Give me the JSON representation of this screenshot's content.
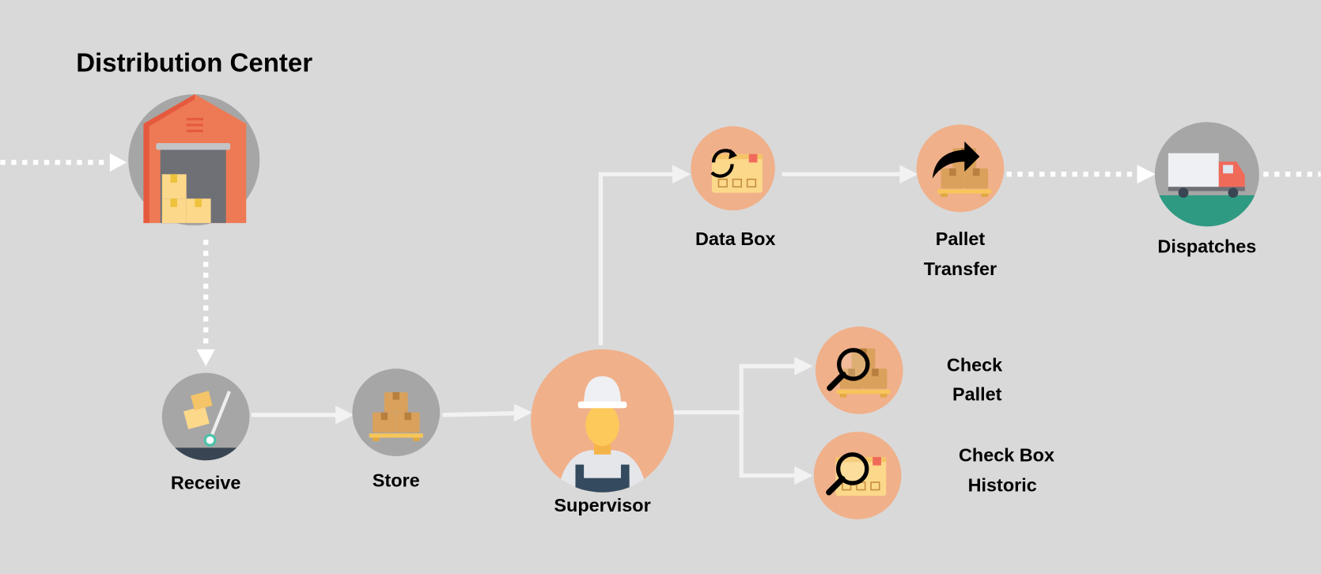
{
  "title": "Distribution Center",
  "nodes": {
    "receive": "Receive",
    "store": "Store",
    "supervisor": "Supervisor",
    "data_box": "Data Box",
    "pallet_transfer": [
      "Pallet",
      "Transfer"
    ],
    "dispatches": "Dispatches",
    "check_pallet": [
      "Check",
      "Pallet"
    ],
    "check_box_historic": [
      "Check Box",
      "Historic"
    ]
  },
  "colors": {
    "background": "#d9d9d9",
    "gray_node": "#a6a6a6",
    "peach_node": "#f0b08a",
    "arrow": "#f2f2f2",
    "box": "#fcd88a",
    "warehouse": "#ee7a55"
  }
}
